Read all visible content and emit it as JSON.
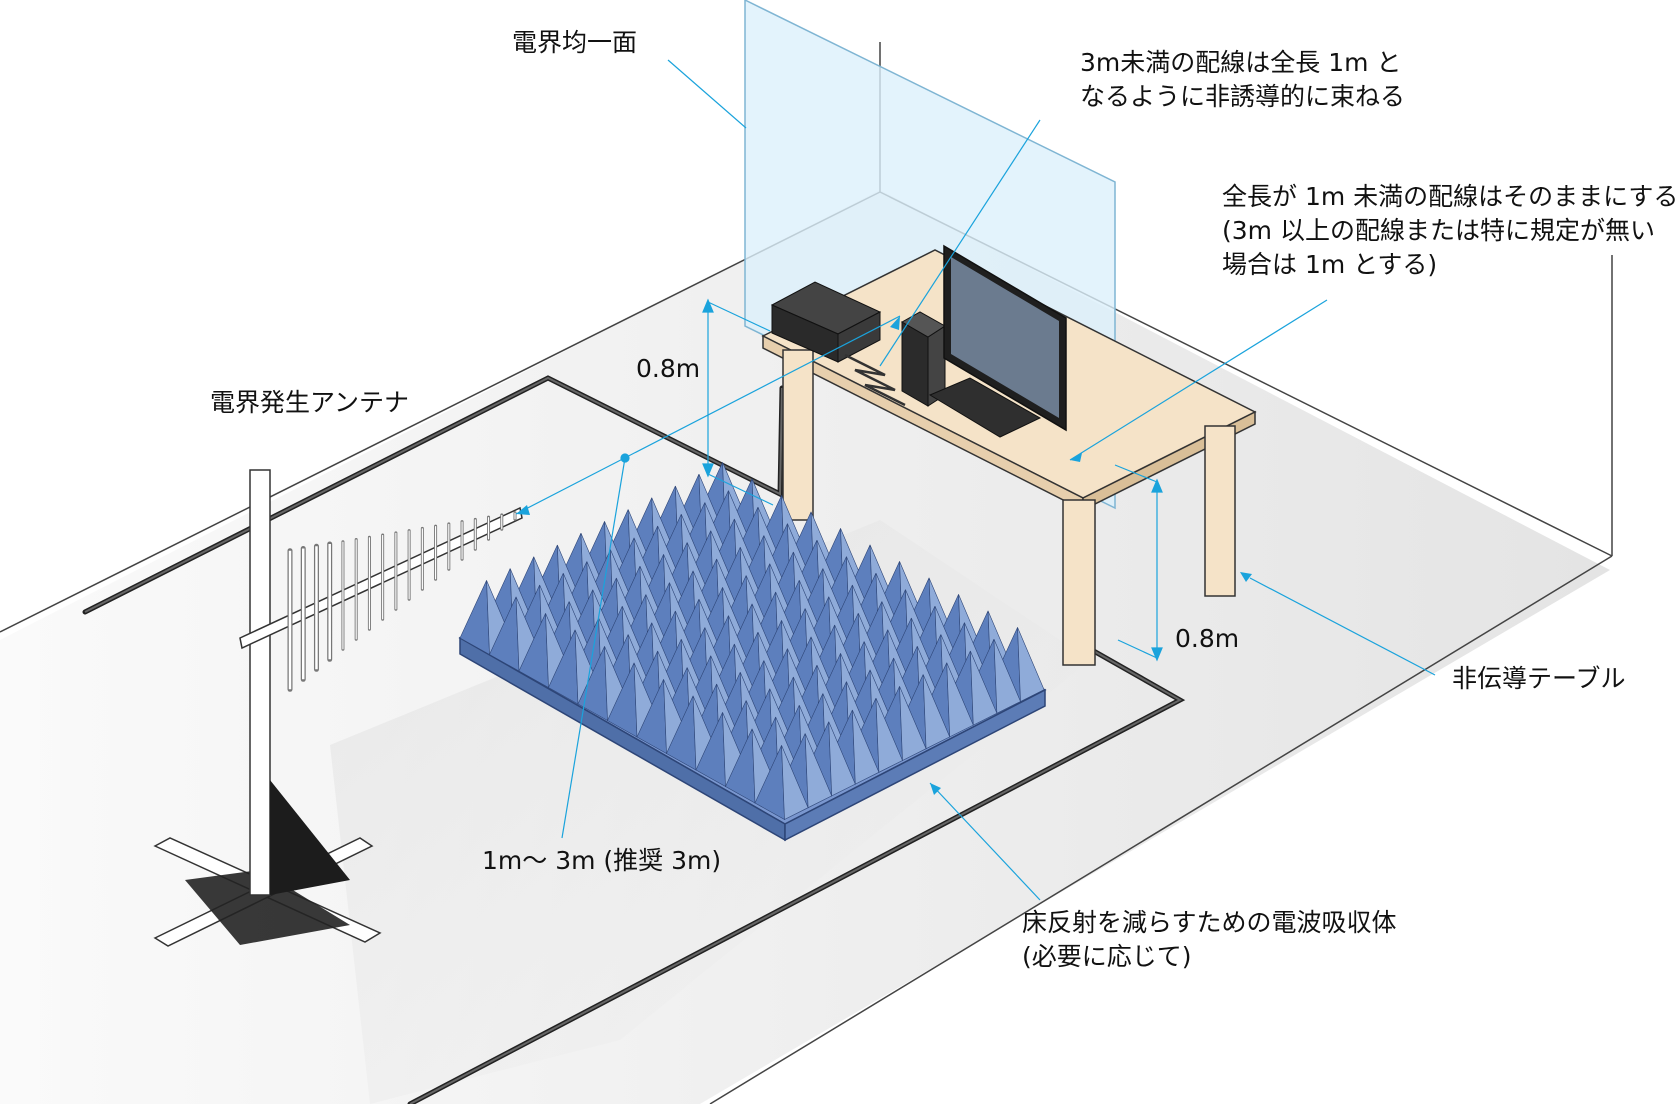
{
  "labels": {
    "uniform_field_area": "電界均一面",
    "cable_note_line1": "3m未満の配線は全長 1m と",
    "cable_note_line2": "なるように非誘導的に束ねる",
    "cable_short_line1": "全長が 1m 未満の配線はそのままにする",
    "cable_short_line2": "(3m 以上の配線または特に規定が無い",
    "cable_short_line3": "場合は 1m とする)",
    "antenna": "電界発生アンテナ",
    "height_upper": "0.8m",
    "height_table": "0.8m",
    "table": "非伝導テーブル",
    "distance": "1m〜 3m (推奨 3m)",
    "absorber_line1": "床反射を減らすための電波吸収体",
    "absorber_line2": "(必要に応じて)"
  },
  "colors": {
    "leader_line": "#1aa3dc",
    "absorber": "#6f8fc8",
    "uniform_plane": "#dcf0fb",
    "table_wood": "#f5e3c8",
    "floor": "#f2f2f2"
  }
}
